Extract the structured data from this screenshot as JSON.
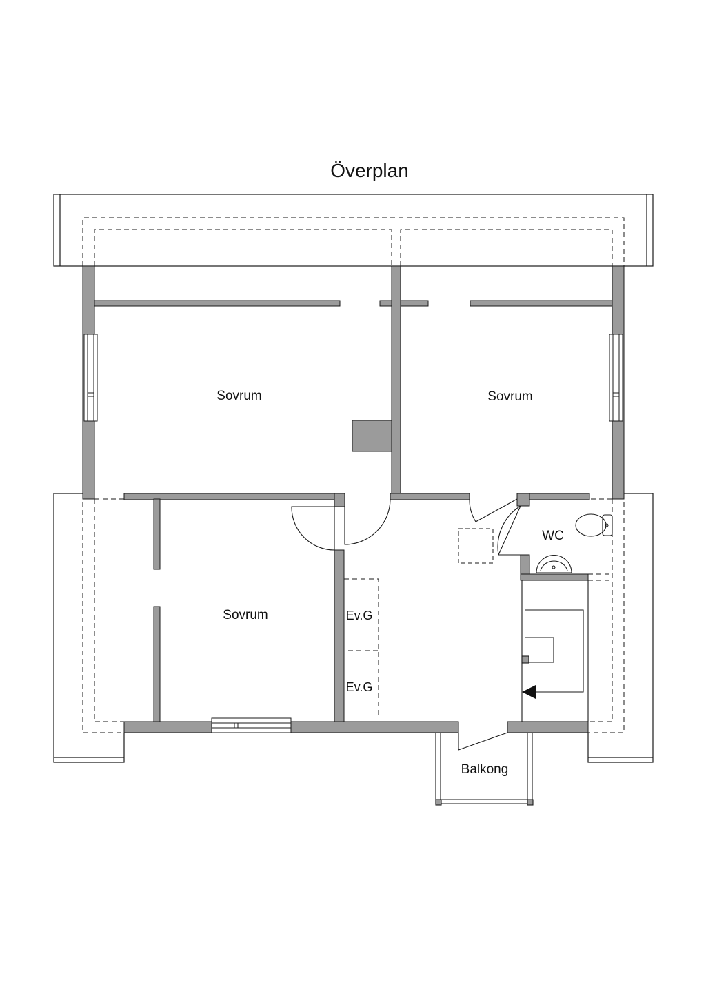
{
  "plan": {
    "title": "Överplan",
    "rooms": {
      "sovrum_1": "Sovrum",
      "sovrum_2": "Sovrum",
      "sovrum_3": "Sovrum",
      "wc": "WC",
      "balkong": "Balkong",
      "evg_1": "Ev.G",
      "evg_2": "Ev.G"
    },
    "colors": {
      "wall": "#9b9b9b",
      "line": "#1a1a1a",
      "background": "#ffffff"
    }
  }
}
